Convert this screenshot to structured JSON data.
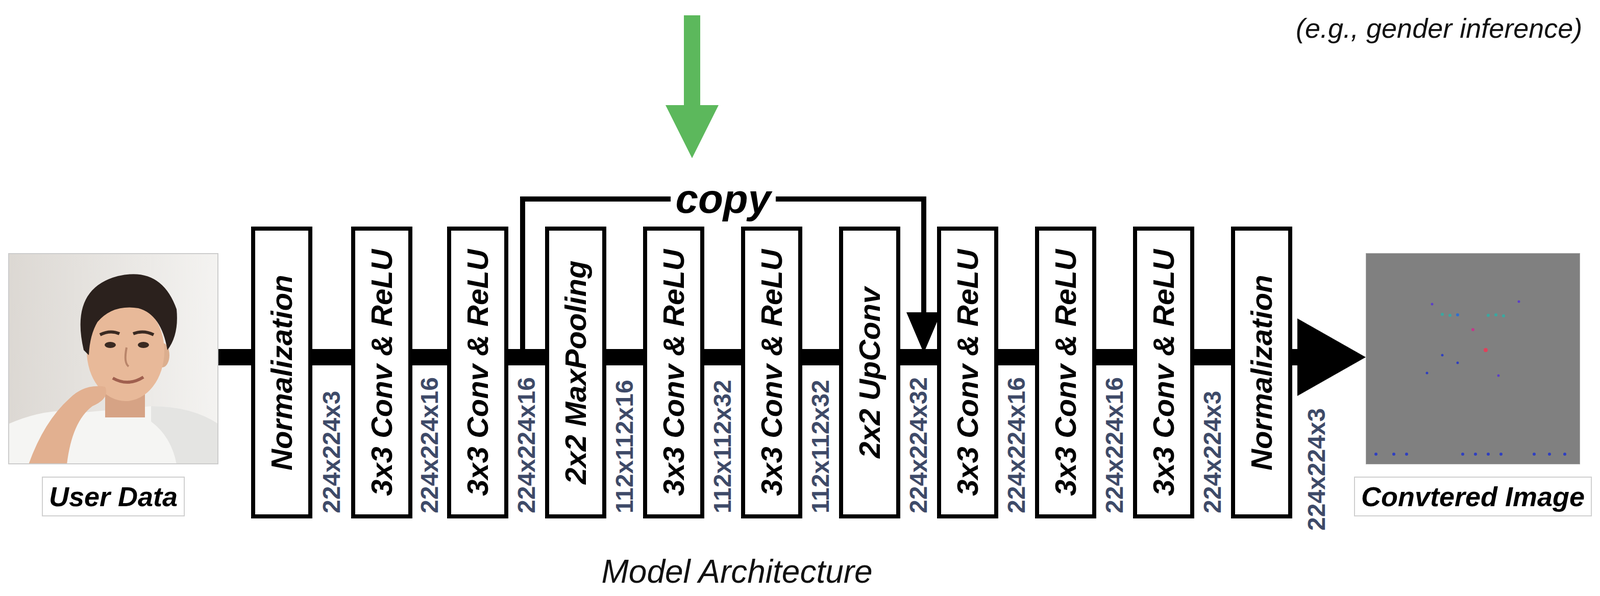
{
  "diagram": {
    "caption": "Model Architecture",
    "nodes": [
      {
        "text": [
          "User Data"
        ]
      },
      {
        "text": [
          "Normalization"
        ]
      },
      {
        "text": [
          "3x3 Conv & ReLU"
        ]
      },
      {
        "text": [
          "3x3 Conv & ReLU"
        ]
      },
      {
        "text": [
          "2x2 MaxPooling"
        ]
      },
      {
        "text": [
          "3x3 Conv & ReLU"
        ]
      },
      {
        "text": [
          "3x3 Conv & ReLU"
        ]
      },
      {
        "text": [
          "2x2 UpConv"
        ]
      },
      {
        "text": [
          "3x3 Conv & ReLU"
        ]
      },
      {
        "text": [
          "3x3 Conv & ReLU"
        ]
      },
      {
        "text": [
          "3x3 Conv & ReLU"
        ]
      },
      {
        "text": [
          "Normalization"
        ]
      },
      {
        "text": [
          "Convtered Image"
        ]
      }
    ],
    "edges": [
      {
        "from": 0,
        "to": 1,
        "arrow": "none"
      },
      {
        "from": 1,
        "to": 2,
        "arrow": "none"
      },
      {
        "from": 2,
        "to": 3,
        "arrow": "none"
      },
      {
        "from": 3,
        "to": 4,
        "arrow": "none"
      },
      {
        "from": 4,
        "to": 5,
        "arrow": "none"
      },
      {
        "from": 5,
        "to": 6,
        "arrow": "none"
      },
      {
        "from": 6,
        "to": 7,
        "arrow": "none"
      },
      {
        "from": 7,
        "to": 8,
        "arrow": "none"
      },
      {
        "from": 8,
        "to": 9,
        "arrow": "none"
      },
      {
        "from": 9,
        "to": 10,
        "arrow": "none"
      },
      {
        "from": 10,
        "to": 11,
        "arrow": "none"
      },
      {
        "from": 11,
        "to": 12,
        "arrow": "to"
      },
      {
        "from": 3,
        "to": 8,
        "label": "copy",
        "arrow": "to"
      }
    ],
    "labels": [
      "(e.g., gender inference)",
      "224x224x3",
      "224x224x16",
      "224x224x16",
      "112x112x16",
      "112x112x32",
      "112x112x32",
      "224x224x32",
      "224x224x16",
      "224x224x16",
      "224x224x3",
      "224x224x3"
    ]
  }
}
